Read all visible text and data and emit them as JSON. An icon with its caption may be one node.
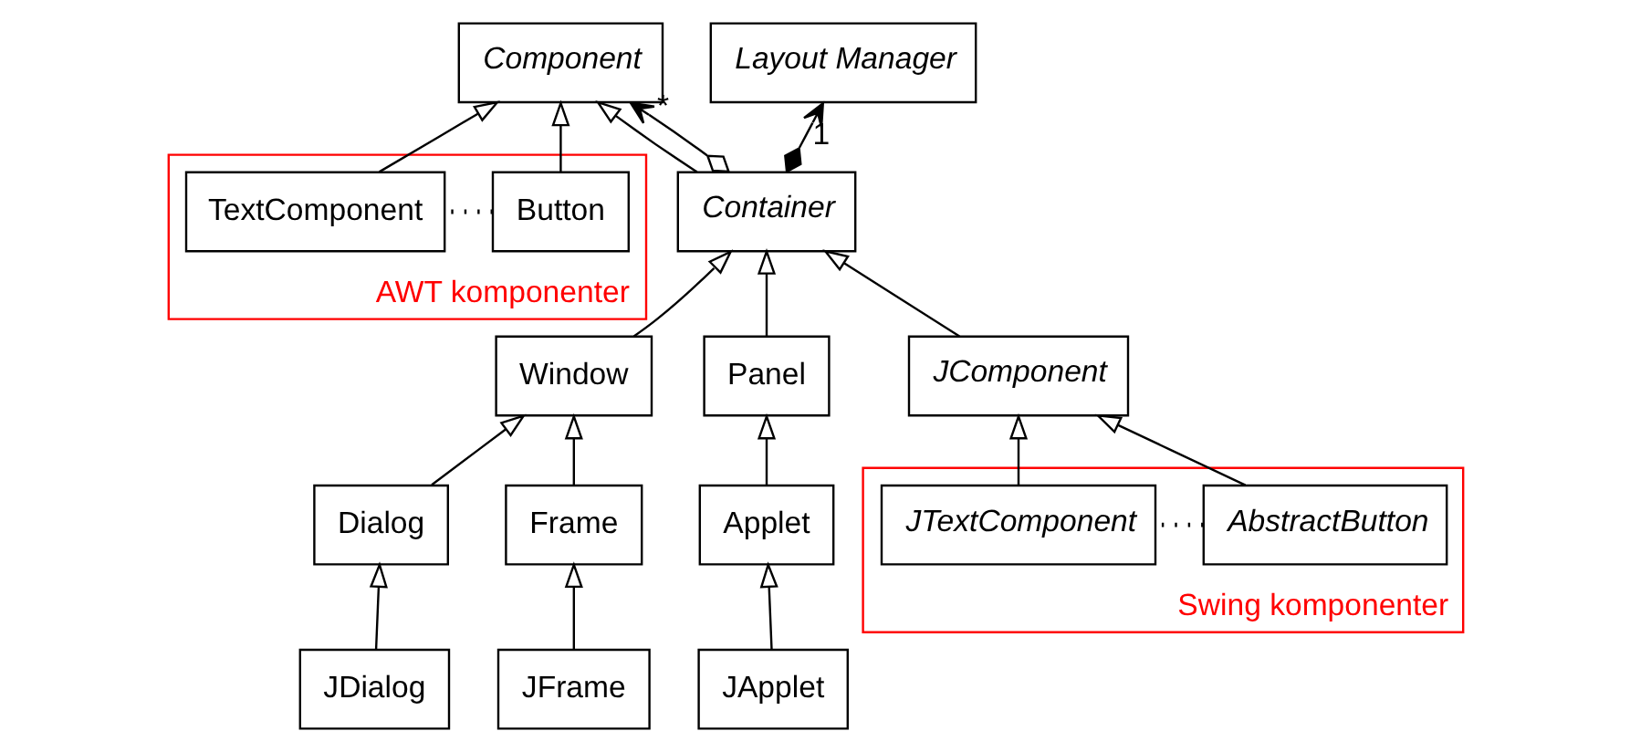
{
  "diagram": {
    "nodes": [
      {
        "text": [
          "Layout Manager"
        ]
      },
      {
        "text": [
          "Component"
        ]
      },
      {
        "text": [
          "AWT komponenter"
        ]
      },
      {
        "text": [
          "Button"
        ],
        "in": 2
      },
      {
        "text": [
          "TextComponent"
        ],
        "in": 2
      },
      {
        "text": [
          "Container"
        ]
      },
      {
        "text": [
          "Window"
        ]
      },
      {
        "text": [
          "Panel"
        ]
      },
      {
        "text": [
          "JComponent"
        ]
      },
      {
        "text": [
          "Swing komponenter"
        ]
      },
      {
        "text": [
          "AbstractButton"
        ],
        "in": 9
      },
      {
        "text": [
          "JTextComponent"
        ],
        "in": 9
      },
      {
        "text": [
          "Dialog"
        ]
      },
      {
        "text": [
          "Frame"
        ]
      },
      {
        "text": [
          "Applet"
        ]
      },
      {
        "text": [
          "JDialog"
        ]
      },
      {
        "text": [
          "JFrame"
        ]
      },
      {
        "text": [
          "JApplet"
        ]
      }
    ],
    "edges": [
      {
        "from": 5,
        "to": 1,
        "arrow": "to"
      },
      {
        "from": 5,
        "to": 1,
        "arrow": "to",
        "label": "*"
      },
      {
        "from": 5,
        "to": 0,
        "arrow": "to",
        "label": "1"
      },
      {
        "from": 3,
        "to": 1,
        "arrow": "to"
      },
      {
        "from": 4,
        "to": 1,
        "arrow": "to"
      },
      {
        "from": 3,
        "to": 4,
        "arrow": "none",
        "style": "dashed"
      },
      {
        "from": 6,
        "to": 5,
        "arrow": "to"
      },
      {
        "from": 7,
        "to": 5,
        "arrow": "to"
      },
      {
        "from": 8,
        "to": 5,
        "arrow": "to"
      },
      {
        "from": 10,
        "to": 8,
        "arrow": "to"
      },
      {
        "from": 11,
        "to": 8,
        "arrow": "to"
      },
      {
        "from": 10,
        "to": 11,
        "arrow": "none",
        "style": "dashed"
      },
      {
        "from": 12,
        "to": 6,
        "arrow": "to"
      },
      {
        "from": 13,
        "to": 6,
        "arrow": "to"
      },
      {
        "from": 14,
        "to": 7,
        "arrow": "to"
      },
      {
        "from": 15,
        "to": 12,
        "arrow": "to"
      },
      {
        "from": 16,
        "to": 13,
        "arrow": "to"
      },
      {
        "from": 17,
        "to": 14,
        "arrow": "to"
      }
    ]
  }
}
